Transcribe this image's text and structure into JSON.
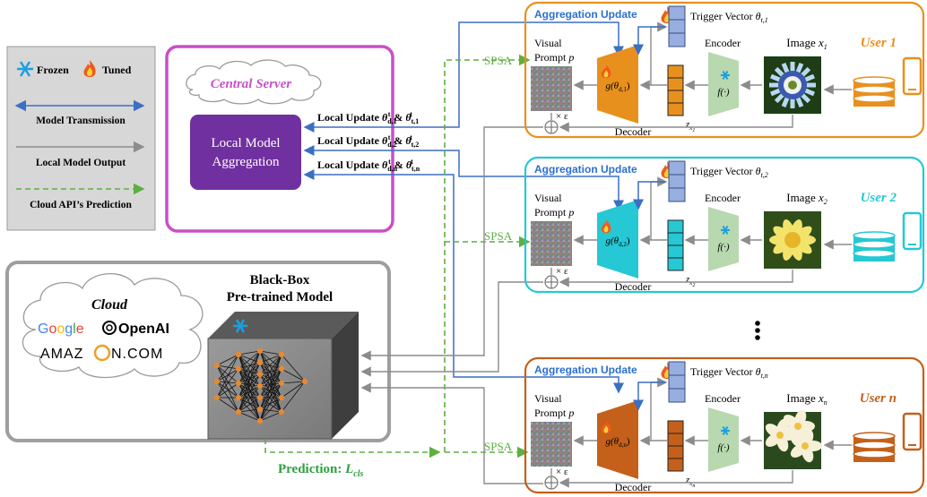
{
  "legend": {
    "frozen": "Frozen",
    "tuned": "Tuned",
    "model_transmission": "Model Transmission",
    "local_model_output": "Local Model Output",
    "cloud_api_prediction": "Cloud API’s Prediction"
  },
  "server": {
    "cloud_label": "Central Server",
    "aggregation_line1": "Local Model",
    "aggregation_line2": "Aggregation",
    "local_updates": [
      {
        "prefix": "Local Update ",
        "d_sub": "d,1",
        "t_sub": "t,1"
      },
      {
        "prefix": "Local Update ",
        "d_sub": "d,2",
        "t_sub": "t,2"
      },
      {
        "prefix": "Local Update ",
        "d_sub": "d,n",
        "t_sub": "t,n"
      }
    ]
  },
  "blackbox": {
    "title_line1": "Black-Box",
    "title_line2": "Pre-trained Model",
    "cloud_title": "Cloud",
    "google": "Google",
    "openai": "OpenAI",
    "amazon_left": "AMAZ",
    "amazon_right": "N.COM",
    "prediction_label": "Prediction: ",
    "loss_symbol": "L",
    "loss_sub": "cls"
  },
  "users": [
    {
      "name": "User 1",
      "sub": "1",
      "dsub": "d,1",
      "tsub": "t,1",
      "color": "#e8901e"
    },
    {
      "name": "User 2",
      "sub": "2",
      "dsub": "d,2",
      "tsub": "t,2",
      "color": "#25c8d4"
    },
    {
      "name": "User n",
      "sub": "n",
      "dsub": "d,n",
      "tsub": "t,n",
      "color": "#c4601a"
    }
  ],
  "block": {
    "aggregation_update": "Aggregation Update",
    "trigger_vector": "Trigger Vector ",
    "visual": "Visual",
    "prompt": "Prompt ",
    "prompt_var": "p",
    "epsilon": "× ε",
    "decoder": "Decoder",
    "encoder": "Encoder",
    "image": "Image ",
    "image_var": "x",
    "f_label": "f(·)",
    "spsa": "SPSA"
  },
  "colors": {
    "blue": "#3b6fc4",
    "gray": "#8c8c8c",
    "green": "#5cb040",
    "purple": "#7030a0",
    "magenta": "#c850c8"
  }
}
